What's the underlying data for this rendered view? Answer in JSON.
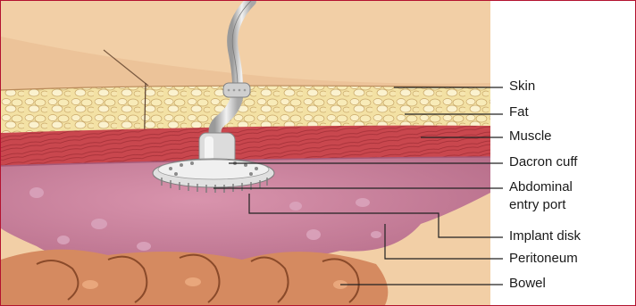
{
  "labels": {
    "skin": "Skin",
    "fat": "Fat",
    "muscle": "Muscle",
    "dacron_cuff": "Dacron cuff",
    "abdominal_entry_port_line1": "Abdominal",
    "abdominal_entry_port_line2": "entry port",
    "implant_disk": "Implant disk",
    "peritoneum": "Peritoneum",
    "bowel": "Bowel"
  },
  "colors": {
    "frame": "#b3122f",
    "skin": "#f2cfa6",
    "fat": "#f3e1a4",
    "muscle": "#c9474e",
    "peritoneum": "#c8809b",
    "bowel": "#d58a60",
    "device": "#d9d9d9",
    "leader_line": "#222222"
  }
}
